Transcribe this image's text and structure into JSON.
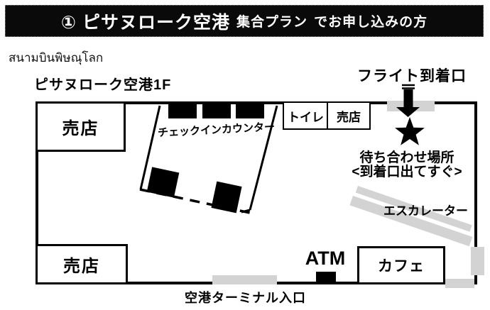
{
  "header": {
    "badge_and_title": "① ピサヌローク空港",
    "plan": "集合プラン",
    "suffix": "でお申し込みの方"
  },
  "labels": {
    "thai_airport_name": "สนามบินพิษณุโลก",
    "floor": "ピサヌローク空港1F",
    "flight_arrival": "フライト到着口",
    "meeting_place": "待ち合わせ場所",
    "meeting_note": "<到着口出てすぐ>",
    "escalator": "エスカレーター",
    "terminal_entrance": "空港ターミナル入口",
    "checkin_counter": "チェックインカウンター"
  },
  "rooms": {
    "shop_top": "売店",
    "shop_bottom": "売店",
    "toilet": "トイレ",
    "shop_small": "売店",
    "cafe": "カフェ",
    "atm": "ATM"
  },
  "icons": {
    "star": "meeting-point-star",
    "arrow": "arrival-arrow-down"
  },
  "colors": {
    "wall": "#000000",
    "opening_gray": "#d3d3d3",
    "header_bg": "#0a0a0a",
    "header_text": "#ffffff"
  }
}
